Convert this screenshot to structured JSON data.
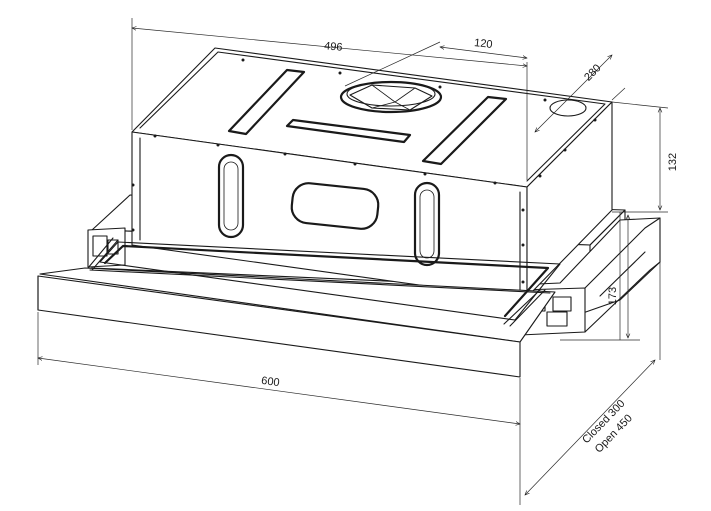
{
  "dimensions": {
    "width_top": "496",
    "duct_offset": "120",
    "depth_top": "280",
    "height_body": "132",
    "height_total": "173",
    "width_front": "600",
    "depth_closed": "Closed 300",
    "depth_open": "Open 450"
  }
}
